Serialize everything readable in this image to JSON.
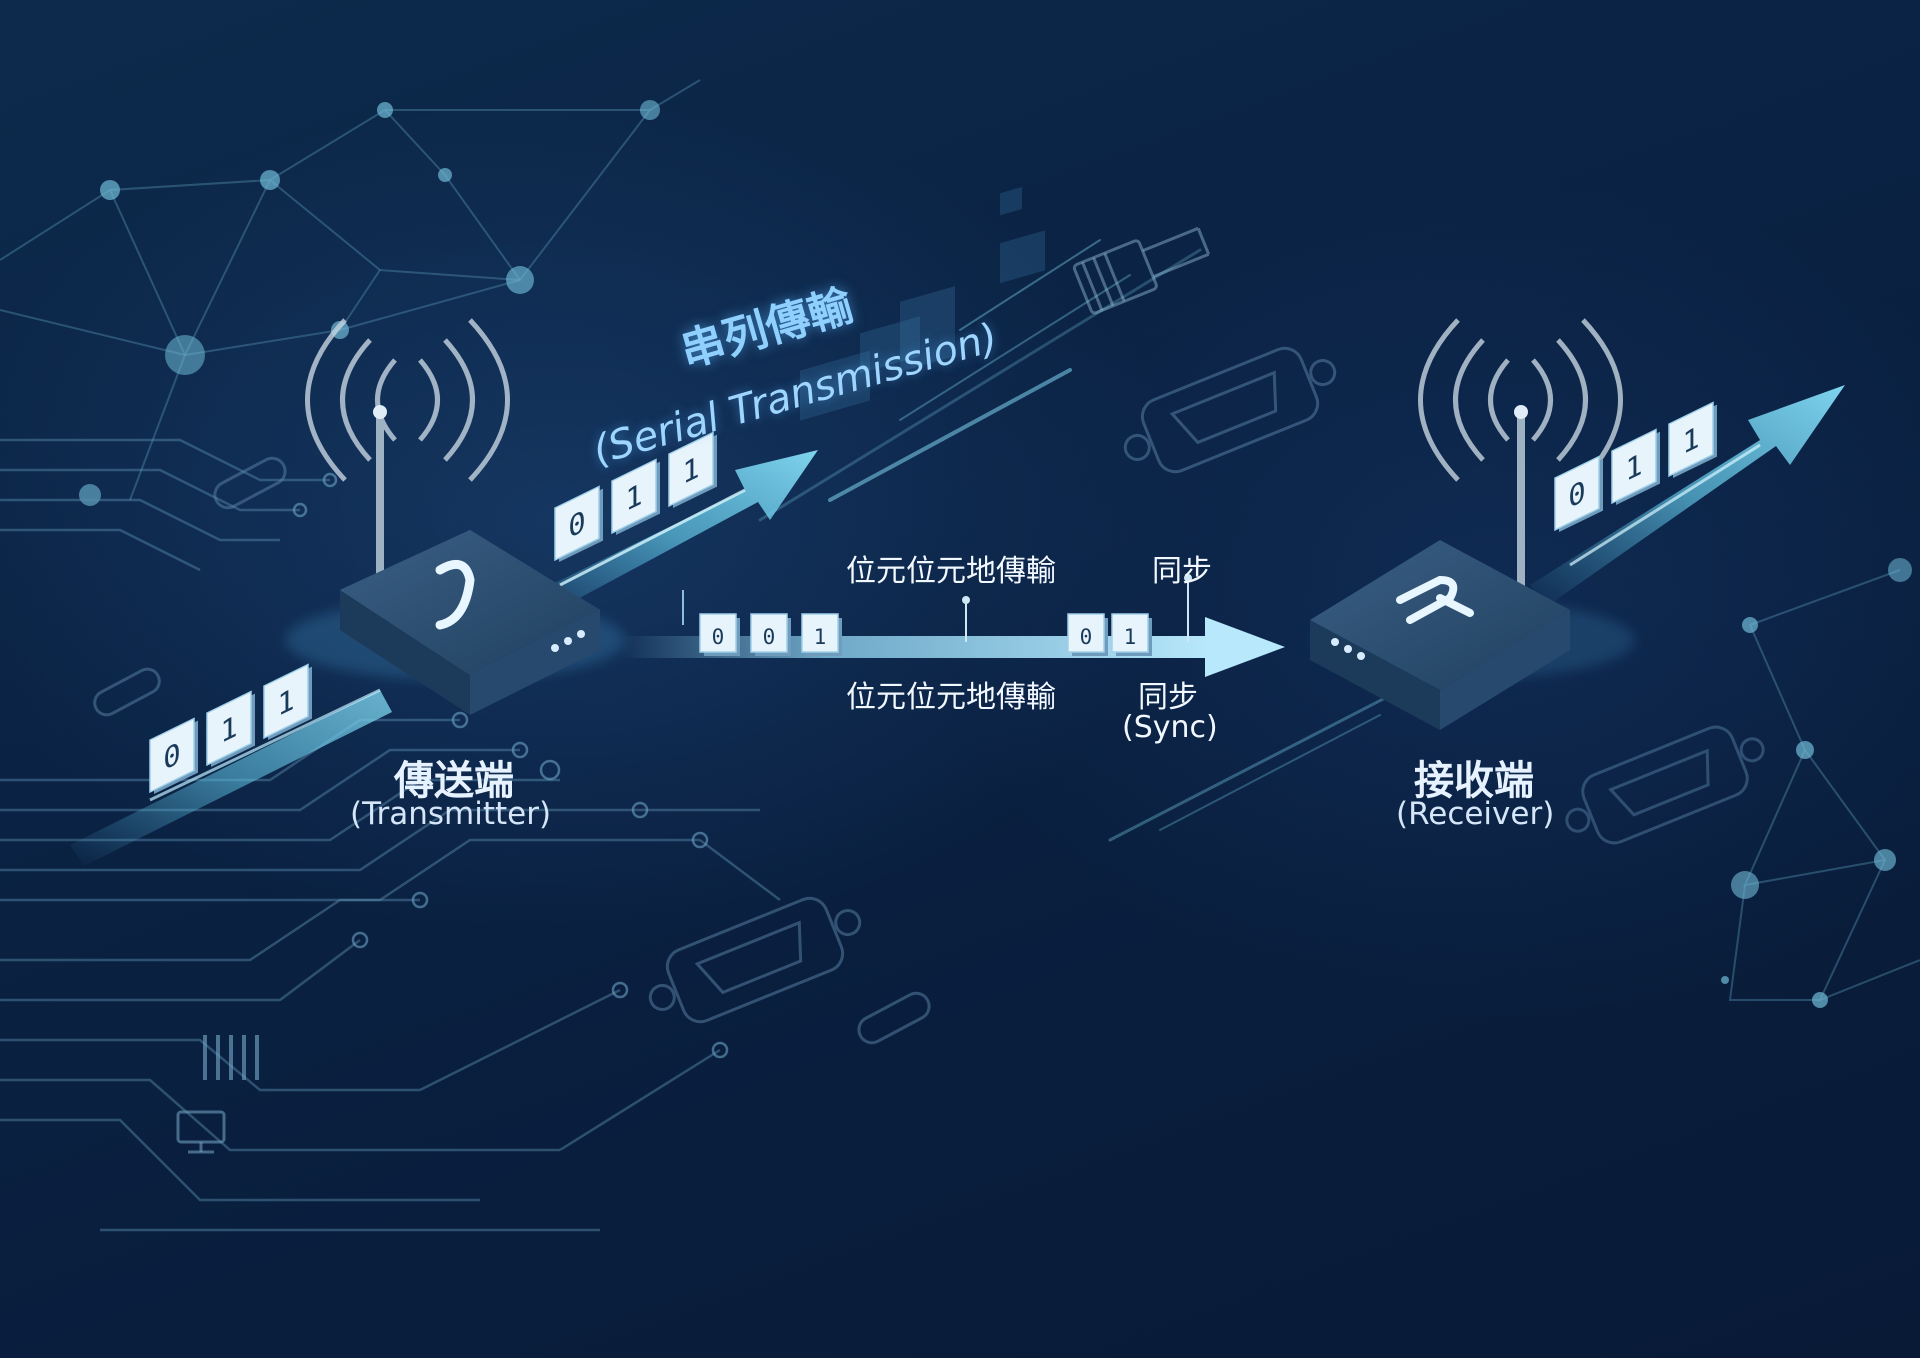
{
  "title": {
    "cn": "串列傳輸",
    "en": "(Serial Transmission)"
  },
  "transmitter": {
    "cn": "傳送端",
    "en": "(Transmitter)"
  },
  "receiver": {
    "cn": "接收端",
    "en": "(Receiver)"
  },
  "labels": {
    "bit_by_bit_top": "位元位元地傳輸",
    "sync_top": "同步",
    "bit_by_bit_bottom": "位元位元地傳輸",
    "sync_bottom": "同步",
    "sync_bottom_en": "(Sync)"
  },
  "bits": {
    "input_stream": [
      "0",
      "1",
      "1"
    ],
    "output_stream": [
      "0",
      "1",
      "1"
    ],
    "receiver_stream": [
      "0",
      "1",
      "1"
    ],
    "link_first": [
      "0",
      "0",
      "1"
    ],
    "link_second": [
      "0",
      "1"
    ]
  },
  "colors": {
    "background": "#0a1e3a",
    "arrow": "#8fd3f0",
    "bit_face": "#e8f4fb",
    "bit_text": "#1a3a5a",
    "glow": "#5fc8ff"
  }
}
